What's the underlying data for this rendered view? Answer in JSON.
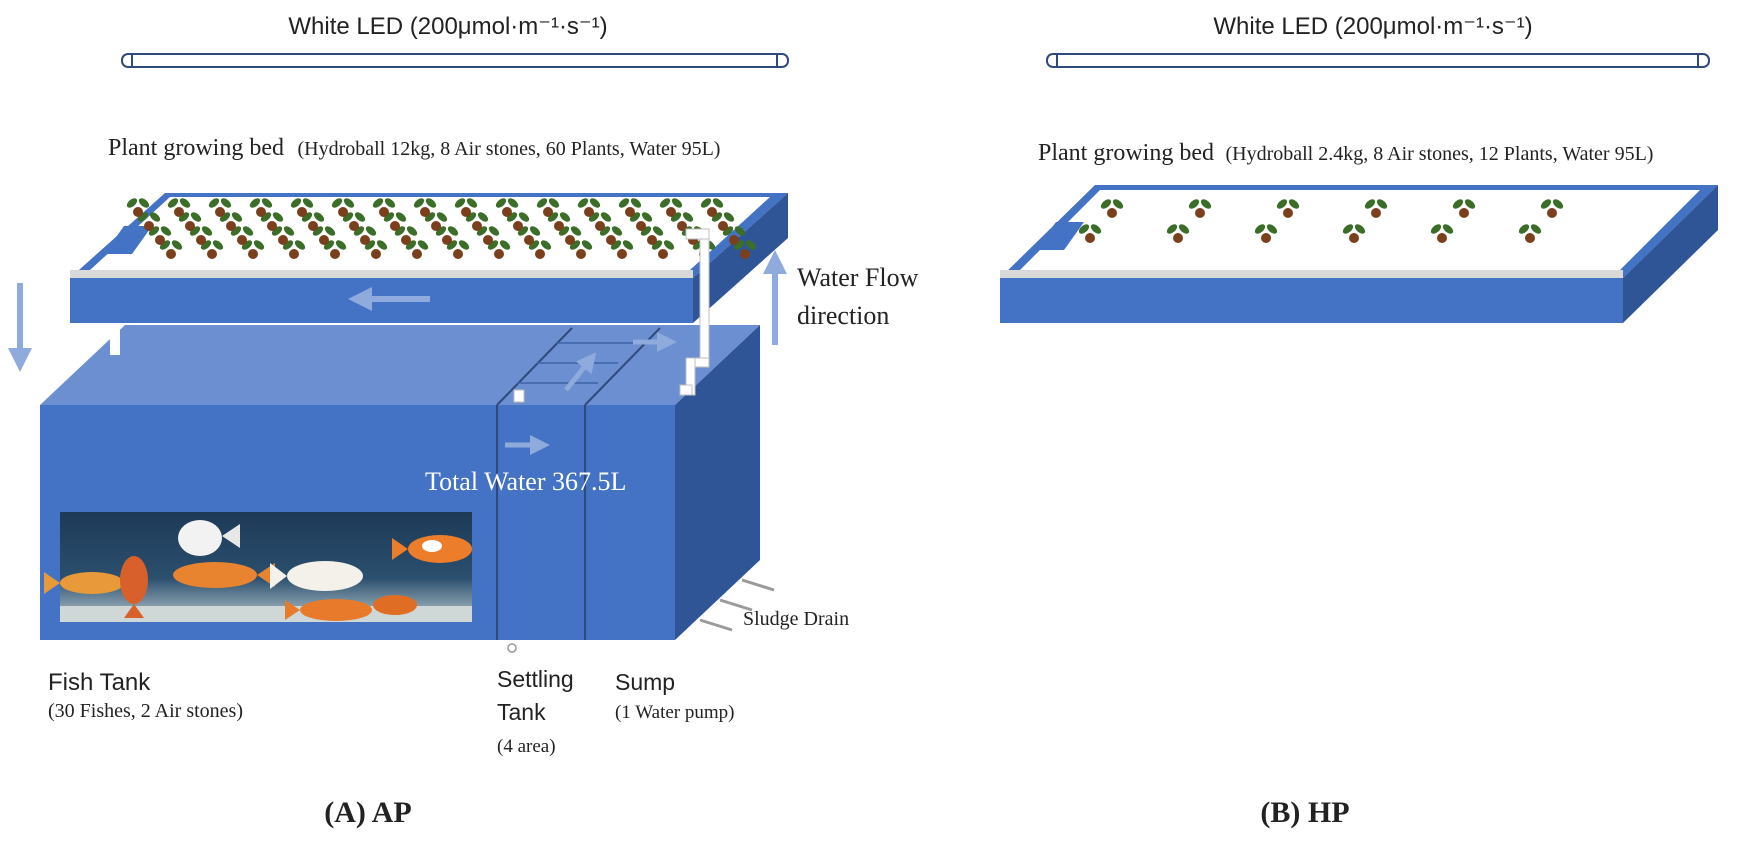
{
  "colors": {
    "tank_front": "#4472c4",
    "tank_top": "#6b8fd0",
    "tank_side": "#2f5597",
    "bed_white": "#ffffff",
    "arrow": "#8faadc",
    "leaf": "#3c6e2a",
    "soil": "#7a3f1c",
    "led_stroke": "#2f4a7a",
    "text": "#222222"
  },
  "panel_a": {
    "led_label": "White LED (200μmol·m⁻¹·s⁻¹)",
    "bed_label_main": "Plant growing bed",
    "bed_label_detail": "(Hydroball 12kg, 8 Air stones, 60 Plants, Water 95L)",
    "flow_label_line1": "Water Flow",
    "flow_label_line2": "direction",
    "total_water": "Total Water 367.5L",
    "sludge_drain": "Sludge Drain",
    "fish_tank_title": "Fish Tank",
    "fish_tank_detail": "(30 Fishes, 2 Air stones)",
    "settling_line1": "Settling",
    "settling_line2": "Tank",
    "settling_detail": "(4 area)",
    "sump_title": "Sump",
    "sump_detail": "(1 Water pump)",
    "caption": "(A) AP",
    "plant_count": 60
  },
  "panel_b": {
    "led_label": "White LED (200μmol·m⁻¹·s⁻¹)",
    "bed_label_main": "Plant growing bed",
    "bed_label_detail": "(Hydroball 2.4kg, 8 Air stones, 12 Plants, Water 95L)",
    "caption": "(B) HP",
    "plant_count": 12
  }
}
